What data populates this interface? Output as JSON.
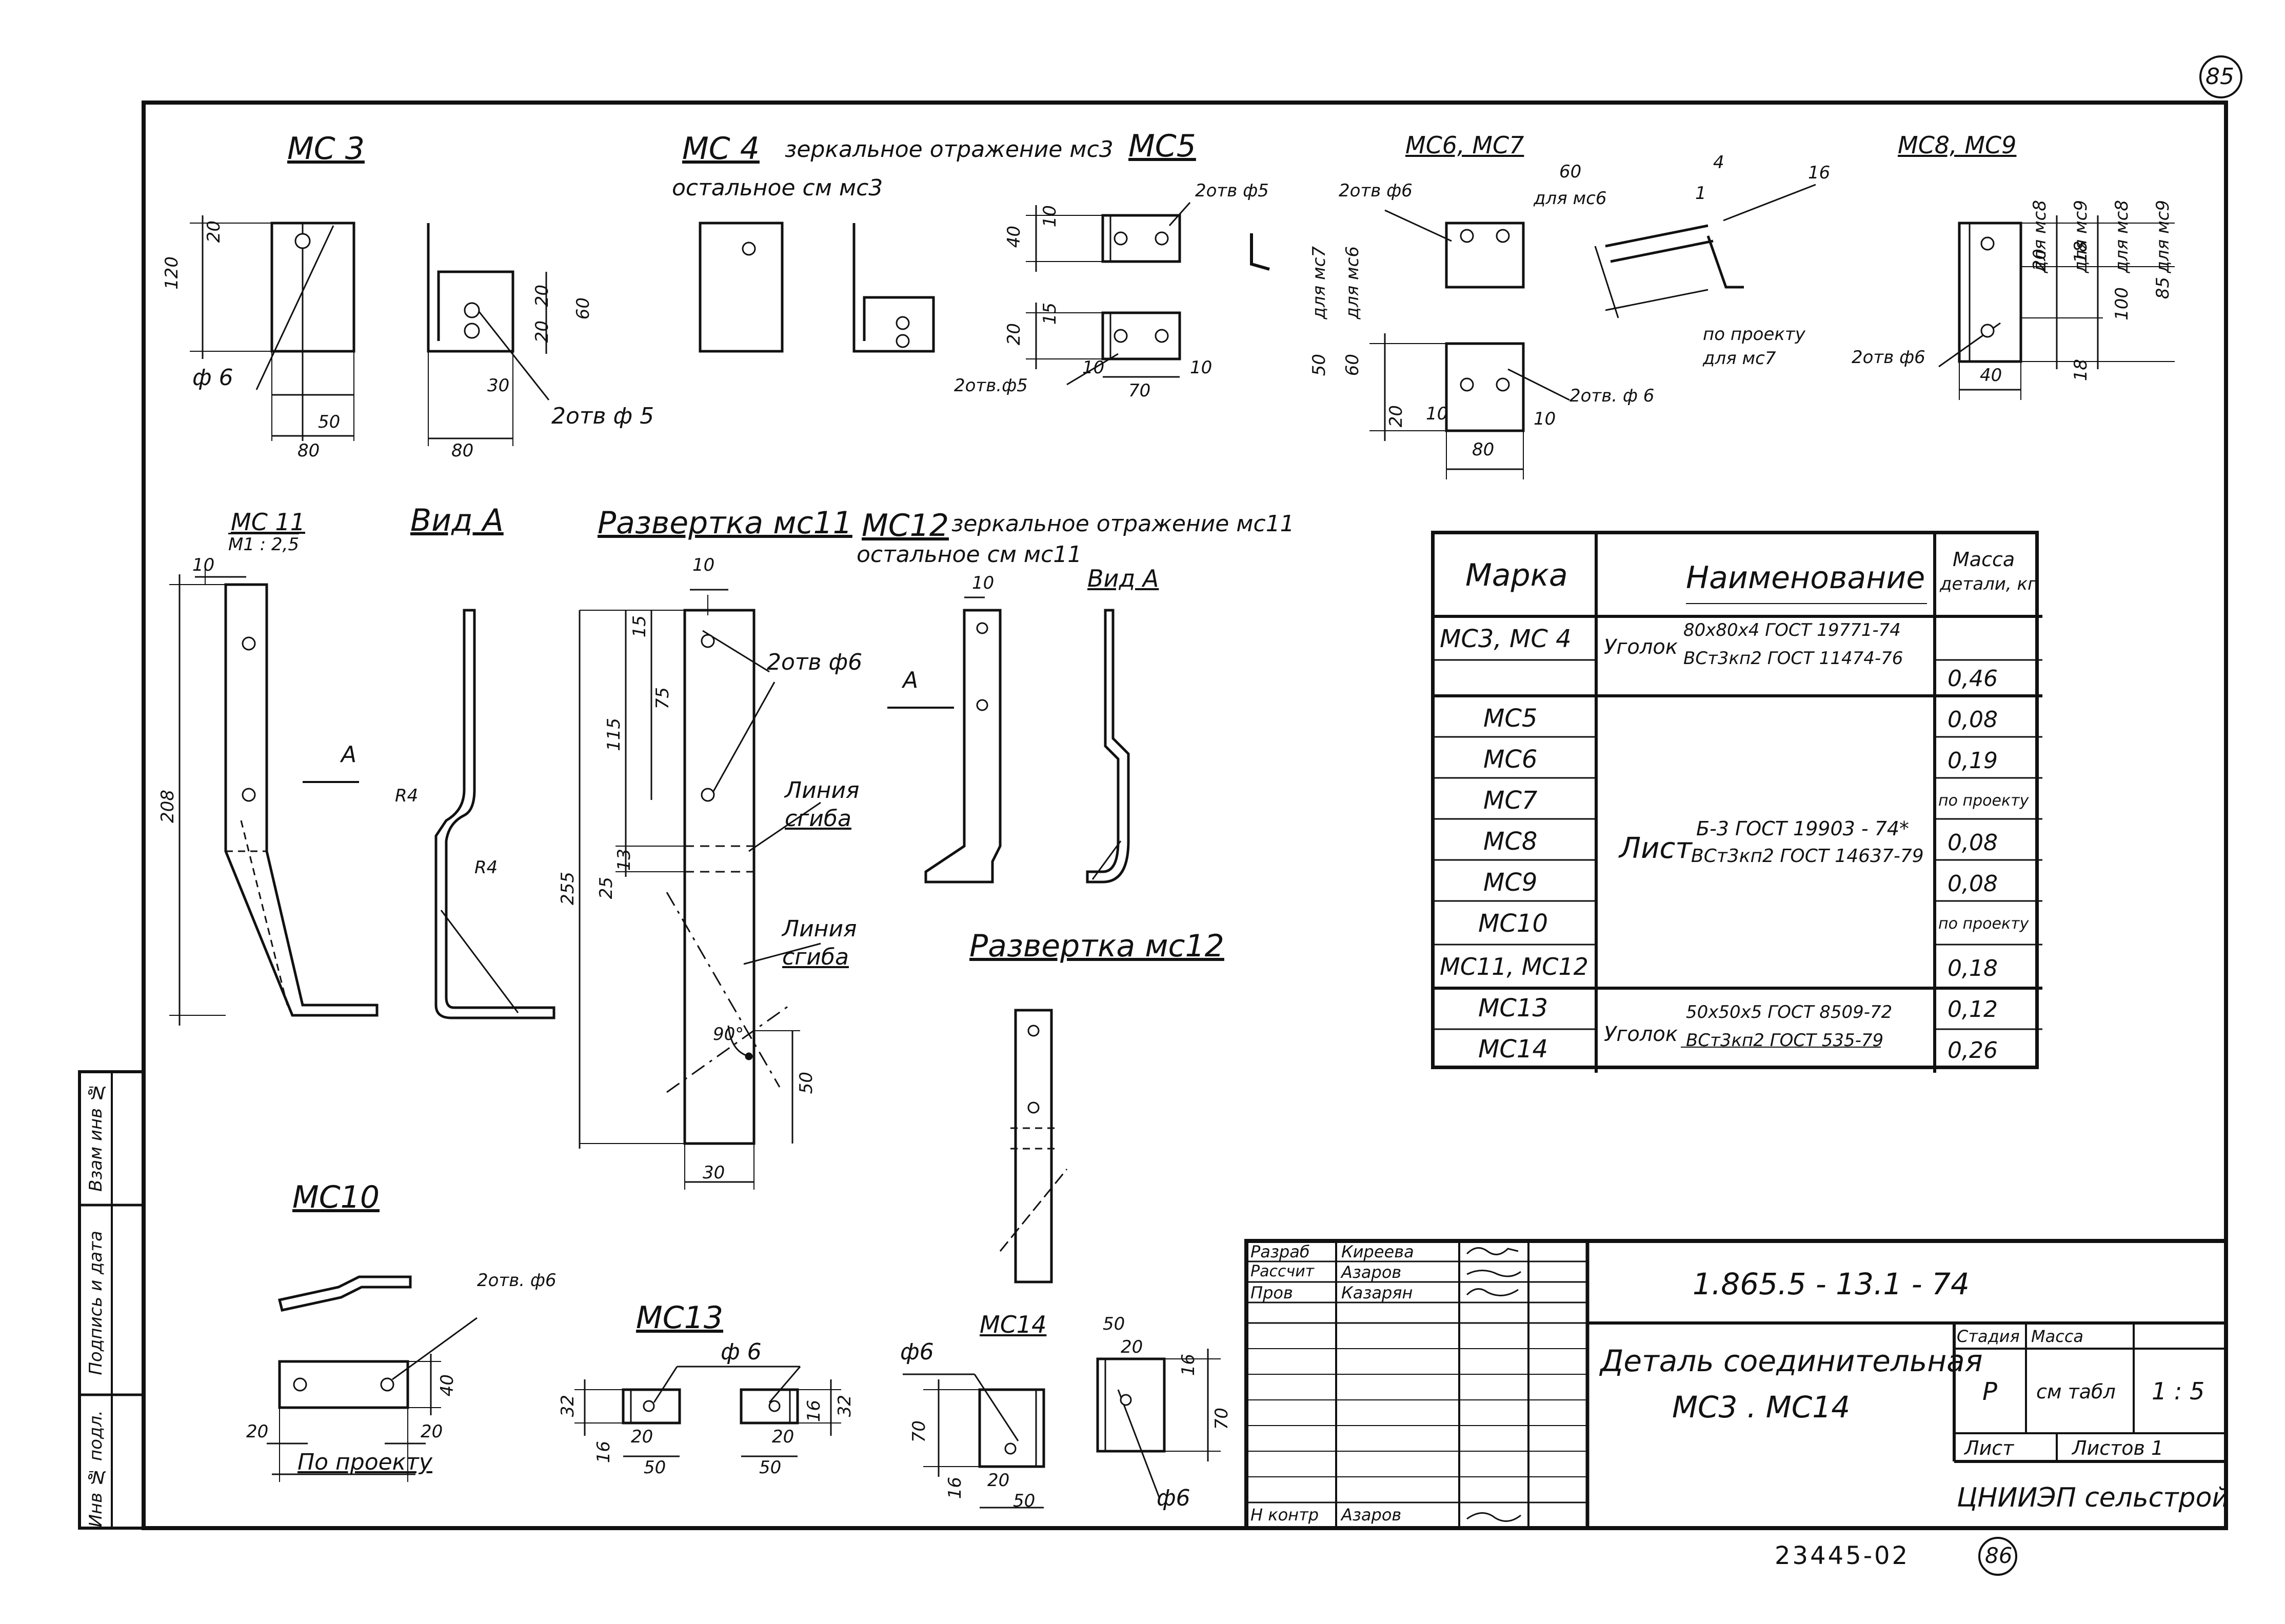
{
  "page_numbers": {
    "top": "85",
    "bottom": "86"
  },
  "inventory_number": "23445-02",
  "details": {
    "mc3": {
      "title": "МС 3",
      "dims": [
        "120",
        "20",
        "80",
        "50",
        "80",
        "60",
        "20",
        "20",
        "30"
      ],
      "callouts": {
        "phi6": "ф 6",
        "holes": "2отв ф 5"
      }
    },
    "mc4": {
      "title": "МС 4",
      "note1": "зеркальное отражение мс3",
      "note2": "остальное см  мс3"
    },
    "mc5": {
      "title": "МС5",
      "dims": [
        "40",
        "10",
        "20",
        "15",
        "10",
        "70",
        "10"
      ],
      "callouts": {
        "holes_top": "2отв ф5",
        "holes_bottom": "2отв.ф5"
      }
    },
    "mc6mc7": {
      "title": "МС6, МС7",
      "holes_top": "2отв ф6",
      "dims": [
        "60",
        "16",
        "4",
        "1",
        "50",
        "60",
        "20",
        "10",
        "10",
        "80"
      ],
      "notes": {
        "for6": "для мс6",
        "for7": "для мс7",
        "project7_1": "по проекту",
        "project7_2": "для мс7"
      },
      "holes_bottom": "2отв. ф 6"
    },
    "mc8mc9": {
      "title": "МС8, МС9",
      "labels": [
        "для мс8",
        "для мс9",
        "для мс8",
        "для мс9"
      ],
      "dims": [
        "20",
        "18",
        "100",
        "85",
        "40",
        "18"
      ],
      "holes": "2отв ф6"
    },
    "mc11": {
      "title": "МС 11",
      "subtitle": "М1 : 2,5",
      "dims": [
        "10",
        "208"
      ],
      "arrow": "А"
    },
    "vid_a": {
      "title": "Вид А",
      "r1": "R4",
      "r2": "R4"
    },
    "razv_mc11": {
      "title": "Развертка мс11",
      "dims": [
        "10",
        "15",
        "75",
        "115",
        "255",
        "25",
        "13",
        "50",
        "30",
        "90°"
      ],
      "holes": "2отв ф6",
      "bend1_1": "Линия",
      "bend1_2": "сгиба",
      "bend2_1": "Линия",
      "bend2_2": "сгиба"
    },
    "mc12": {
      "title": "МС12",
      "note1": "зеркальное отражение мс11",
      "note2": "остальное см  мс11",
      "dim": "10",
      "arrow": "А",
      "vid": "Вид А"
    },
    "razv_mc12": {
      "title": "Развертка мс12"
    },
    "mc10": {
      "title": "МС10",
      "holes": "2отв. ф6",
      "dims": [
        "40",
        "20",
        "20"
      ],
      "project": "По проекту"
    },
    "mc13": {
      "title": "МС13",
      "phi": "ф 6",
      "dims": [
        "32",
        "16",
        "20",
        "50",
        "50",
        "20",
        "16",
        "32"
      ]
    },
    "mc14": {
      "title": "МС14",
      "phi_top": "ф6",
      "phi_bottom": "ф6",
      "dims": [
        "70",
        "16",
        "20",
        "50",
        "50",
        "20",
        "16",
        "70"
      ]
    }
  },
  "spec_table": {
    "headers": {
      "mark": "Марка",
      "name": "Наименование",
      "mass1": "Масса",
      "mass2": "детали, кг"
    },
    "group1": {
      "kind": "Уголок",
      "line1": "80х80х4 ГОСТ 19771-74",
      "line2": "ВСт3кп2 ГОСТ 11474-76"
    },
    "group2": {
      "kind": "Лист",
      "line1": "Б-3 ГОСТ 19903 - 74*",
      "line2": "ВСт3кп2 ГОСТ 14637-79"
    },
    "group3": {
      "kind": "Уголок",
      "line1": "50х50х5 ГОСТ 8509-72",
      "line2": "ВСт3кп2 ГОСТ 535-79"
    },
    "rows": [
      {
        "mark": "МС3,  МС 4",
        "mass": "0,46"
      },
      {
        "mark": "МС5",
        "mass": "0,08"
      },
      {
        "mark": "МС6",
        "mass": "0,19"
      },
      {
        "mark": "МС7",
        "mass": "по проекту"
      },
      {
        "mark": "МС8",
        "mass": "0,08"
      },
      {
        "mark": "МС9",
        "mass": "0,08"
      },
      {
        "mark": "МС10",
        "mass": "по проекту"
      },
      {
        "mark": "МС11,  МС12",
        "mass": "0,18"
      },
      {
        "mark": "МС13",
        "mass": "0,12"
      },
      {
        "mark": "МС14",
        "mass": "0,26"
      }
    ]
  },
  "title_block": {
    "roles": [
      {
        "role": "Разраб",
        "name": "Киреева"
      },
      {
        "role": "Рассчит",
        "name": "Азаров"
      },
      {
        "role": "Пров",
        "name": "Казарян"
      }
    ],
    "n_kontr": {
      "role": "Н контр",
      "name": "Азаров"
    },
    "code": "1.865.5 - 13.1 - 74",
    "name1": "Деталь соединительная",
    "name2": "МС3 .  МС14",
    "stage_label": "Стадия",
    "stage": "Р",
    "mass_label": "Масса",
    "mass": "см табл",
    "scale": "1 : 5",
    "sheet_label": "Лист",
    "sheets_label": "Листов   1",
    "org": "ЦНИИЭП сельстрой"
  },
  "side_stamp": [
    "Инв № подл.",
    "Подпись и дата",
    "Взам инв №"
  ]
}
